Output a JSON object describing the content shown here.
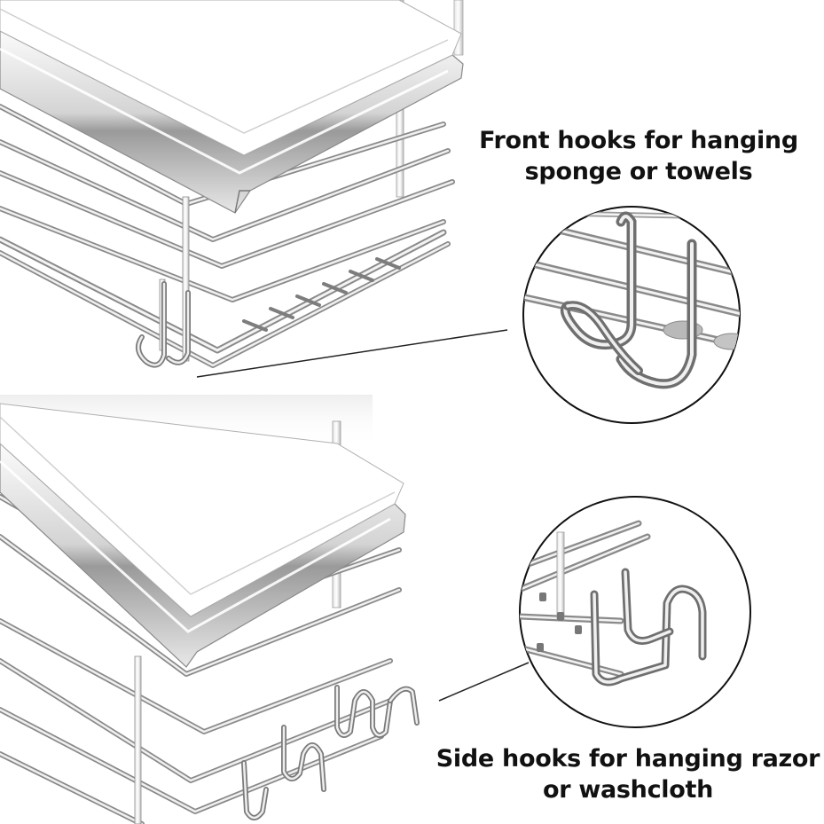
{
  "captions": {
    "front_hooks": {
      "line1": "Front hooks for hanging",
      "line2": "sponge or towels"
    },
    "side_hooks": {
      "line1": "Side hooks for hanging razor",
      "line2": "or washcloth"
    }
  },
  "colors": {
    "background": "#ffffff",
    "text": "#111111",
    "steel_light": "#f2f2f2",
    "steel_mid": "#c9c9c9",
    "steel_dark": "#7a7a7a",
    "callout_line": "#222222"
  }
}
